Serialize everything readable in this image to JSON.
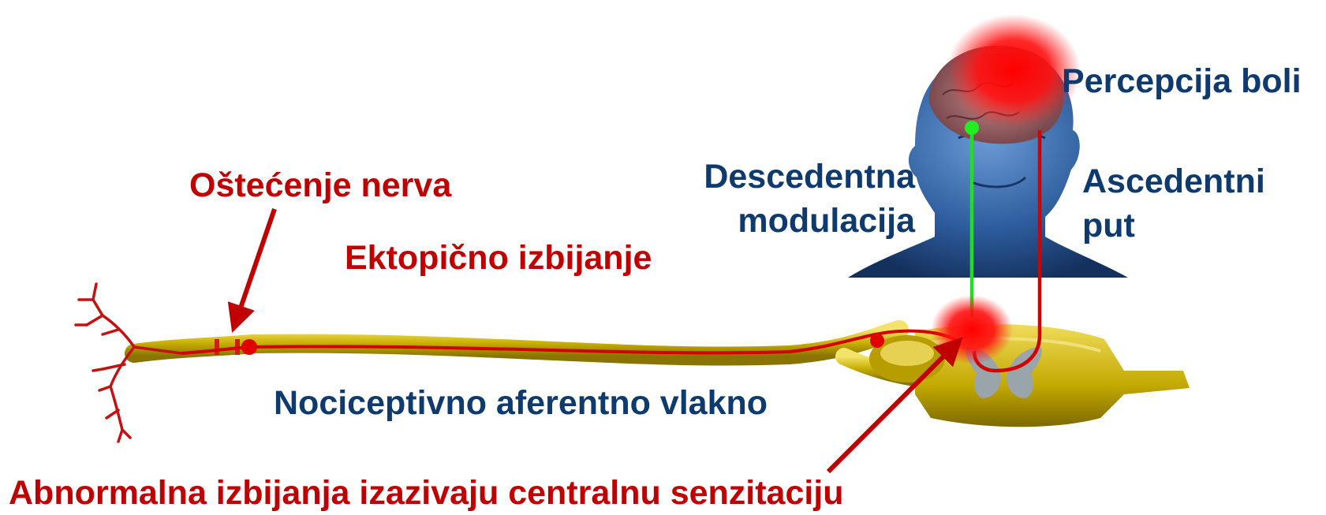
{
  "labels": {
    "nerve_damage": "Oštećenje nerva",
    "ectopic_discharge": "Ektopično izbijanje",
    "nociceptive_fiber": "Nociceptivno aferentno vlakno",
    "abnormal_discharges": "Abnormalna izbijanja izazivaju centralnu senzitaciju",
    "descending_line1": "Descedentna",
    "descending_line2": "modulacija",
    "ascending_line1": "Ascedentni",
    "ascending_line2": "put",
    "pain_perception": "Percepcija boli"
  },
  "colors": {
    "label_red": "#c00000",
    "label_navy": "#0f3a6e",
    "nerve_fiber": "#c8b400",
    "signal_red": "#e00000",
    "descending_green": "#22dd22",
    "head_blue": "#2c5f9e"
  }
}
